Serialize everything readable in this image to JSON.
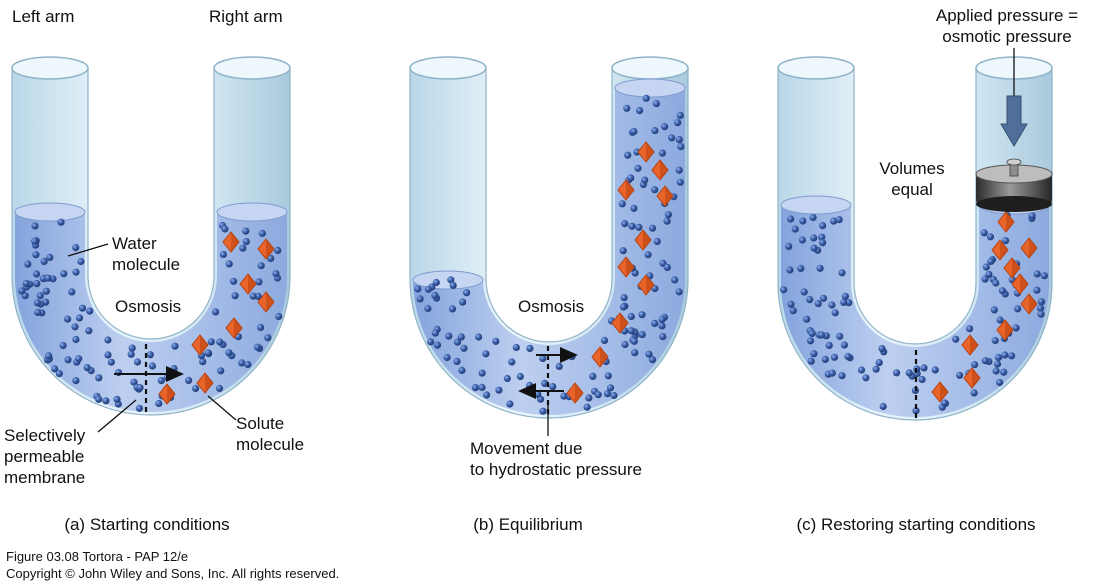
{
  "labels": {
    "left_arm": "Left arm",
    "right_arm": "Right arm",
    "water_molecule": [
      "Water",
      "molecule"
    ],
    "osmosis_a": "Osmosis",
    "selectively_permeable": [
      "Selectively",
      "permeable",
      "membrane"
    ],
    "solute_molecule": [
      "Solute",
      "molecule"
    ],
    "osmosis_b": "Osmosis",
    "movement_hydrostatic": [
      "Movement due",
      "to hydrostatic pressure"
    ],
    "applied_pressure": [
      "Applied pressure =",
      "osmotic pressure"
    ],
    "volumes_equal": [
      "Volumes",
      "equal"
    ]
  },
  "captions": {
    "a": "(a) Starting conditions",
    "b": "(b) Equilibrium",
    "c": "(c) Restoring starting conditions"
  },
  "credit": {
    "figure": "Figure 03.08  Tortora - PAP 12/e",
    "copyright": "Copyright © John Wiley and Sons, Inc. All rights reserved."
  },
  "colors": {
    "tube_glass": "#cfe6f2",
    "tube_edge": "#8fb3c8",
    "fluid": "#9fb8e6",
    "fluid_dark": "#6d8fd0",
    "water_molecule": "#2f4f8f",
    "solute": "#e8642a",
    "solute_dark": "#b8420f",
    "piston": "#3a3a3a",
    "arrow_blue": "#4f6f9a"
  },
  "icons": [
    "water-molecule-icon",
    "solute-molecule-icon",
    "piston-icon",
    "pressure-arrow-icon"
  ]
}
